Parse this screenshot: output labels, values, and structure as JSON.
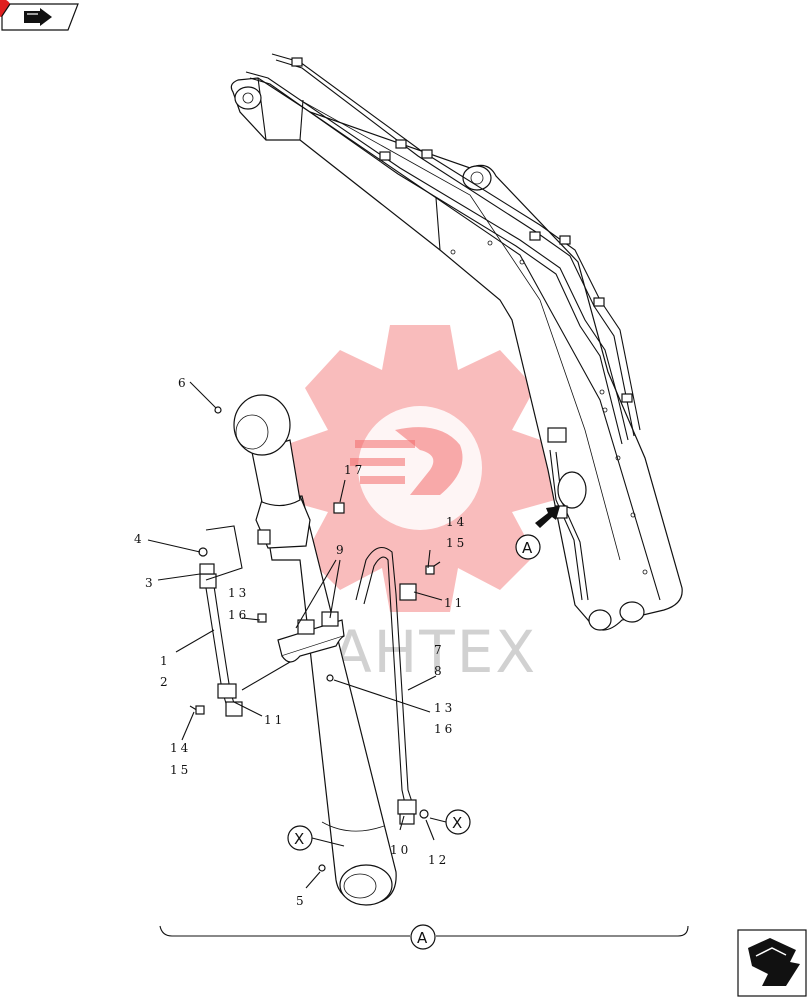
{
  "watermark": {
    "text": "AHTEX"
  },
  "nav": {
    "top_icon": "book-arrow-icon",
    "bottom_icon": "next-page-arrow-icon"
  },
  "callouts": [
    {
      "id": "c1",
      "text": "1"
    },
    {
      "id": "c2",
      "text": "2"
    },
    {
      "id": "c3",
      "text": "3"
    },
    {
      "id": "c4",
      "text": "4"
    },
    {
      "id": "c5",
      "text": "5"
    },
    {
      "id": "c6",
      "text": "6"
    },
    {
      "id": "c7",
      "text": "7"
    },
    {
      "id": "c8",
      "text": "8"
    },
    {
      "id": "c9",
      "text": "9"
    },
    {
      "id": "c10",
      "text": "10"
    },
    {
      "id": "c11a",
      "text": "11"
    },
    {
      "id": "c11b",
      "text": "11"
    },
    {
      "id": "c12",
      "text": "12"
    },
    {
      "id": "c13a",
      "text": "13"
    },
    {
      "id": "c13b",
      "text": "13"
    },
    {
      "id": "c14a",
      "text": "14"
    },
    {
      "id": "c14b",
      "text": "14"
    },
    {
      "id": "c15a",
      "text": "15"
    },
    {
      "id": "c15b",
      "text": "15"
    },
    {
      "id": "c16a",
      "text": "16"
    },
    {
      "id": "c16b",
      "text": "16"
    },
    {
      "id": "c17",
      "text": "17"
    }
  ],
  "detail_refs": {
    "a_boom": "A",
    "a_bracket": "A",
    "x_left": "X",
    "x_right": "X"
  }
}
